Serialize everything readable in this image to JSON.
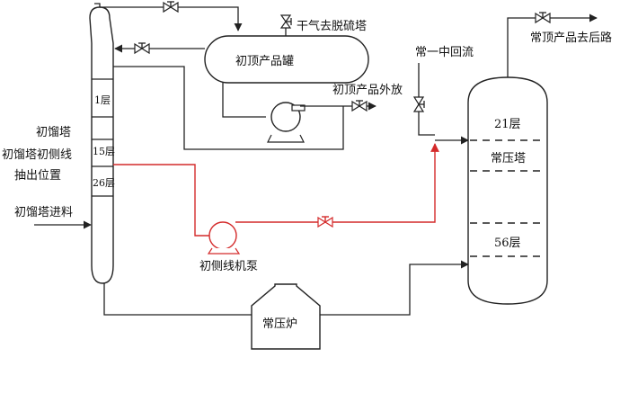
{
  "colors": {
    "line": "#222222",
    "side_draw_line": "#d42a2a",
    "background": "#ffffff"
  },
  "labels": {
    "initial_tower": "初馏塔",
    "side_draw_position_line1": "初馏塔初侧线",
    "side_draw_position_line2": "抽出位置",
    "tower_feed": "初馏塔进料",
    "tray_1": "1层",
    "tray_15": "15层",
    "tray_26": "26层",
    "reflux_drum": "初顶产品罐",
    "dry_gas": "干气去脱硫塔",
    "overhead_export": "初顶产品外放",
    "side_pump": "初侧线机泵",
    "furnace": "常压炉",
    "first_mid_reflux": "常一中回流",
    "atm_overhead_product": "常顶产品去后路",
    "atm_tower": "常压塔",
    "tray_21": "21层",
    "tray_56": "56层"
  },
  "icons": {
    "valve": "gate-valve-icon",
    "pump": "centrifugal-pump-icon",
    "arrow": "flow-arrow-icon"
  }
}
